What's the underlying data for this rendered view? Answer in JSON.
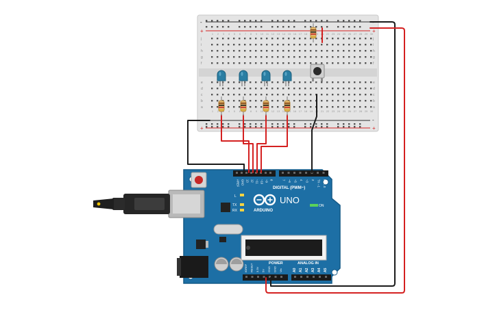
{
  "breadboard": {
    "rail_plus": "+",
    "rail_minus": "-",
    "row_letters_top": [
      "j",
      "i",
      "h",
      "g",
      "f"
    ],
    "row_letters_bottom": [
      "e",
      "d",
      "c",
      "b",
      "a"
    ],
    "column_numbers": [
      "1",
      "2",
      "3",
      "4",
      "5",
      "6",
      "7",
      "8",
      "9",
      "10",
      "11",
      "12",
      "13",
      "14",
      "15",
      "16",
      "17",
      "18",
      "19",
      "20",
      "21",
      "22",
      "23",
      "24",
      "25",
      "26",
      "27",
      "28",
      "29",
      "30"
    ]
  },
  "arduino": {
    "logo_text": "ARDUINO",
    "model": "UNO",
    "on_label": "ON",
    "digital_label": "DIGITAL (PWM~)",
    "power_label": "POWER",
    "analog_label": "ANALOG IN",
    "led_l": "L",
    "led_tx": "TX",
    "led_rx": "RX",
    "header_top_left": [
      "AREF",
      "GND",
      "13",
      "12",
      "~11",
      "~10",
      "~9",
      "8"
    ],
    "header_top_right": [
      "7",
      "~6",
      "~5",
      "4",
      "~3",
      "2",
      "TX→1",
      "RX←0"
    ],
    "header_power": [
      "IOREF",
      "RESET",
      "3.3V",
      "5V",
      "GND",
      "GND",
      "Vin"
    ],
    "header_analog": [
      "A0",
      "A1",
      "A2",
      "A3",
      "A4",
      "A5"
    ]
  },
  "components": {
    "leds": 4,
    "resistors": 5,
    "pushbuttons": 1
  },
  "colors": {
    "board_blue": "#1d6fa5",
    "wire_red": "#d42020",
    "wire_black": "#1a1a1a",
    "led_blue": "#2a7ea3",
    "breadboard": "#e6e6e6"
  }
}
